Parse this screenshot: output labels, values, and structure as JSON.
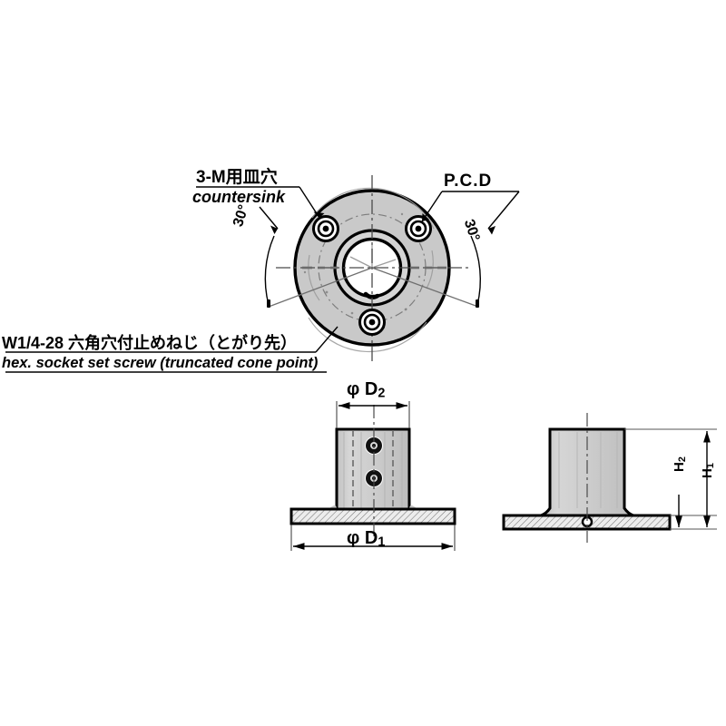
{
  "drawing": {
    "title": "Flange mounted shaft holder technical drawing",
    "views": {
      "plan": "top-plan-circular-view",
      "front": "front-elevation-view",
      "side": "side-elevation-view"
    },
    "colors": {
      "line": "#000000",
      "fill_body": "#c9c9c9",
      "fill_light": "#e3e3e3",
      "fill_white": "#ffffff",
      "hatch": "#8a8a8a",
      "thin_line": "#555555"
    }
  },
  "annotations": {
    "countersink_jp": "3-M用皿穴",
    "countersink_en": "countersink",
    "pcd": "P.C.D",
    "setscrew_jp": "W1/4-28 六角穴付止めねじ（とがり先）",
    "setscrew_en": "hex. socket set screw (truncated cone point)",
    "angle_left": "30°",
    "angle_right": "30°"
  },
  "dimensions": {
    "d2_label": "φ D",
    "d2_sub": "2",
    "d1_label": "φ D",
    "d1_sub": "1",
    "h2_label": "H",
    "h2_sub": "2",
    "h1_label": "H",
    "h1_sub": "1"
  }
}
